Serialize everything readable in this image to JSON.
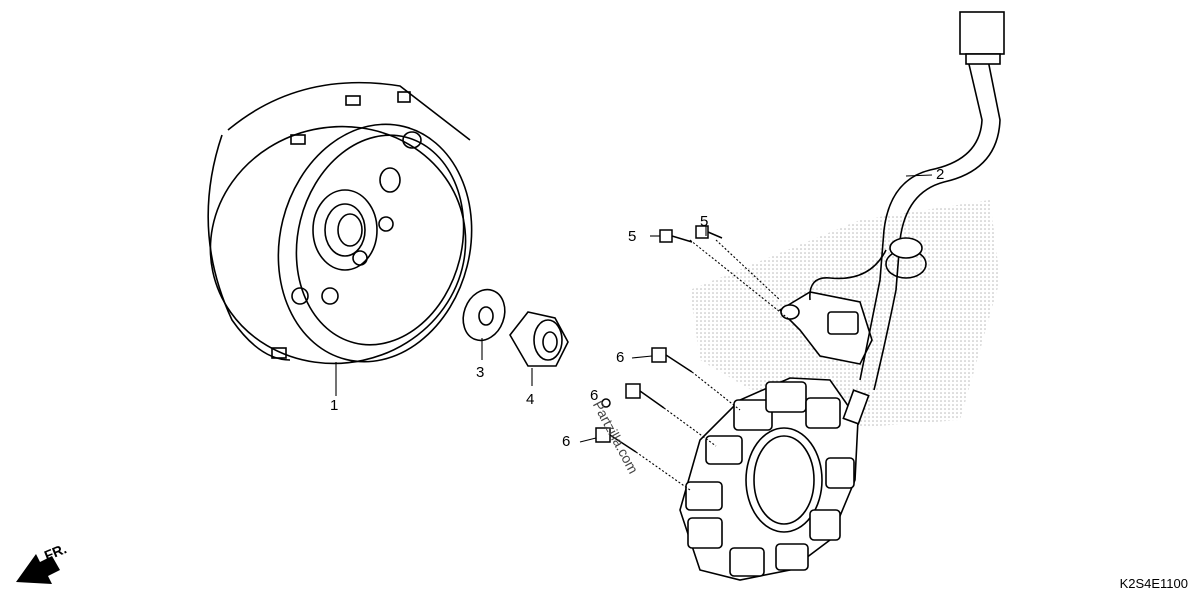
{
  "diagram": {
    "callouts": [
      {
        "id": "c1",
        "label": "1"
      },
      {
        "id": "c2",
        "label": "2"
      },
      {
        "id": "c3",
        "label": "3"
      },
      {
        "id": "c4",
        "label": "4"
      },
      {
        "id": "c5a",
        "label": "5"
      },
      {
        "id": "c5b",
        "label": "5"
      },
      {
        "id": "c6a",
        "label": "6"
      },
      {
        "id": "c6b",
        "label": "6"
      },
      {
        "id": "c6c",
        "label": "6"
      }
    ],
    "front_label": "FR.",
    "diagram_code": "K2S4E1100",
    "watermark": "Partzilla.com"
  },
  "colors": {
    "line": "#000000",
    "dot": "#bdbdbd"
  }
}
